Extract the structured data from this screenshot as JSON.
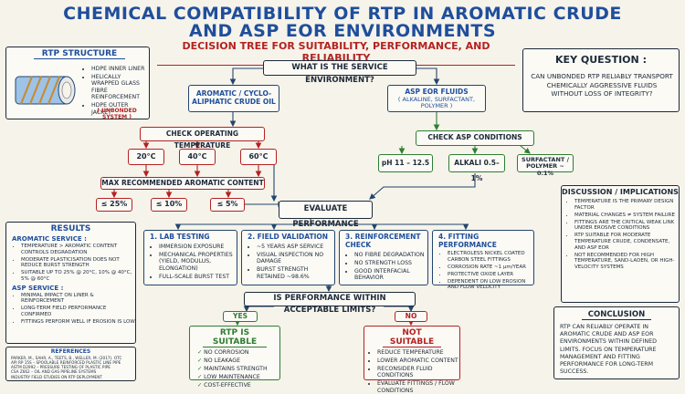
{
  "title_line1": "CHEMICAL COMPATIBILITY OF RTP IN AROMATIC CRUDE",
  "title_line2": "AND ASP EOR ENVIRONMENTS",
  "subtitle": "DECISION TREE FOR SUITABILITY, PERFORMANCE, AND RELIABILITY",
  "rtp_structure": {
    "title": "RTP STRUCTURE",
    "items": [
      "HDPE INNER LINER",
      "HELICALLY WRAPPED GLASS FIBRE REINFORCEMENT",
      "HDPE OUTER JACKET"
    ],
    "note": "( UNBONDED SYSTEM )"
  },
  "key_question": {
    "title": "KEY QUESTION :",
    "text": "CAN UNBONDED RTP RELIABLY TRANSPORT CHEMICALLY AGGRESSIVE FLUIDS WITHOUT LOSS OF INTEGRITY?"
  },
  "root": "WHAT IS THE SERVICE ENVIRONMENT?",
  "aromatic": {
    "label": "AROMATIC / CYCLO-ALIPHATIC CRUDE OIL",
    "check": "CHECK OPERATING TEMPERATURE",
    "temps": [
      "20°C",
      "40°C",
      "60°C"
    ],
    "max_content": "MAX RECOMMENDED AROMATIC CONTENT",
    "limits": [
      "≤ 25%",
      "≤ 10%",
      "≤ 5%"
    ]
  },
  "asp": {
    "label": "ASP EOR FLUIDS",
    "sub": "( ALKALINE, SURFACTANT, POLYMER )",
    "check": "CHECK ASP CONDITIONS",
    "conditions": [
      "pH 11 – 12.5",
      "ALKALI 0.5–1%",
      "SURFACTANT / POLYMER ~ 0.1%"
    ]
  },
  "evaluate": "EVALUATE PERFORMANCE",
  "tests": [
    {
      "title": "1. LAB TESTING",
      "items": [
        "IMMERSION EXPOSURE",
        "MECHANICAL PROPERTIES (YIELD, MODULUS, ELONGATION)",
        "FULL-SCALE BURST TEST"
      ]
    },
    {
      "title": "2. FIELD VALIDATION",
      "items": [
        "~5 YEARS ASP SERVICE",
        "VISUAL INSPECTION NO DAMAGE",
        "BURST STRENGTH RETAINED ~98.6%"
      ]
    },
    {
      "title": "3. REINFORCEMENT CHECK",
      "items": [
        "NO FIBRE DEGRADATION",
        "NO STRENGTH LOSS",
        "GOOD INTERFACIAL BEHAVIOR"
      ]
    },
    {
      "title": "4. FITTING PERFORMANCE",
      "items": [
        "ELECTROLESS NICKEL COATED CARBON STEEL FITTINGS",
        "CORROSION RATE ~1 µm/YEAR",
        "PROTECTIVE OXIDE LAYER",
        "DEPENDENT ON LOW EROSION AND FLOW VELOCITY"
      ]
    }
  ],
  "acceptable_q": "IS PERFORMANCE WITHIN ACCEPTABLE LIMITS?",
  "yes": "YES",
  "no": "NO",
  "suitable": {
    "title": "RTP IS SUITABLE",
    "items": [
      "NO CORROSION",
      "NO LEAKAGE",
      "MAINTAINS STRENGTH",
      "LOW MAINTENANCE",
      "COST-EFFECTIVE"
    ]
  },
  "not_suitable": {
    "title": "NOT SUITABLE",
    "items": [
      "REDUCE TEMPERATURE",
      "LOWER AROMATIC CONTENT",
      "RECONSIDER FLUID CONDITIONS",
      "EVALUATE FITTINGS / FLOW CONDITIONS"
    ]
  },
  "results": {
    "title": "RESULTS",
    "aromatic_title": "AROMATIC SERVICE :",
    "aromatic_items": [
      "TEMPERATURE > AROMATIC CONTENT CONTROLS DEGRADATION",
      "MODERATE PLASTICISATION DOES NOT REDUCE BURST STRENGTH",
      "SUITABLE UP TO 25% @ 20°C, 10% @ 40°C, 5% @ 60°C"
    ],
    "asp_title": "ASP SERVICE :",
    "asp_items": [
      "MINIMAL IMPACT ON LINER & REINFORCEMENT",
      "LONG-TERM FIELD PERFORMANCE CONFIRMED",
      "FITTINGS PERFORM WELL IF EROSION IS LOW"
    ]
  },
  "references": {
    "title": "REFERENCES",
    "items": [
      "PARKER, M., SAHR, A., TEETS, B., WELLER, M. (2017). OTC",
      "API RP 15S – SPOOLABLE REINFORCED PLASTIC LINE PIPE",
      "ASTM D2992 – PRESSURE TESTING OF PLASTIC PIPE",
      "CSA Z662 – OIL AND GAS PIPELINE SYSTEMS",
      "INDUSTRY FIELD STUDIES ON RTP DEPLOYMENT"
    ]
  },
  "discussion": {
    "title": "DISCUSSION / IMPLICATIONS",
    "items": [
      "TEMPERATURE IS THE PRIMARY DESIGN FACTOR",
      "MATERIAL CHANGES ≠ SYSTEM FAILURE",
      "FITTINGS ARE THE CRITICAL WEAK LINK UNDER EROSIVE CONDITIONS",
      "RTP SUITABLE FOR MODERATE TEMPERATURE CRUDE, CONDENSATE, AND ASP EOR",
      "NOT RECOMMENDED FOR HIGH TEMPERATURE, SAND-LADEN, OR HIGH-VELOCITY SYSTEMS"
    ]
  },
  "conclusion": {
    "title": "CONCLUSION",
    "text": "RTP CAN RELIABLY OPERATE IN AROMATIC CRUDE AND ASP EOR ENVIRONMENTS WITHIN DEFINED LIMITS. FOCUS ON TEMPERATURE MANAGEMENT AND FITTING PERFORMANCE FOR LONG-TERM SUCCESS."
  }
}
